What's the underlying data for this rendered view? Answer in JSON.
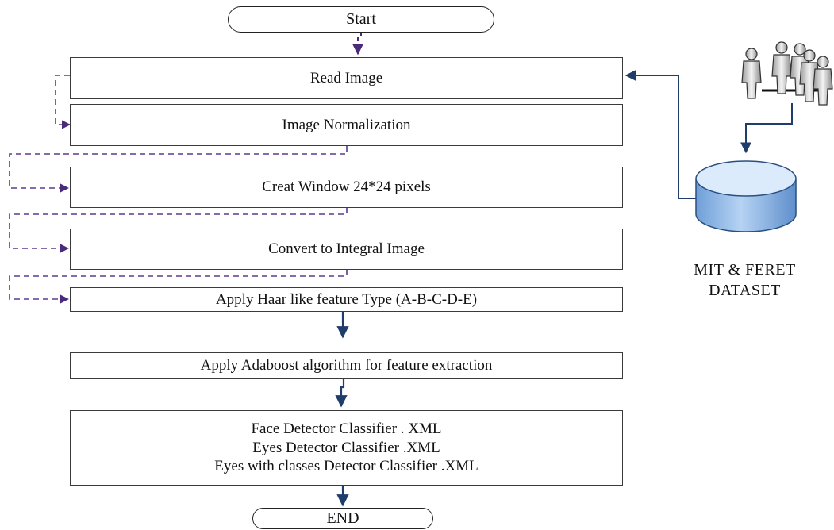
{
  "flowchart": {
    "start": "Start",
    "steps": {
      "read_image": "Read Image",
      "normalization": "Image Normalization",
      "create_window": "Creat Window 24*24 pixels",
      "integral_image": "Convert to Integral Image",
      "haar": "Apply  Haar like feature Type (A-B-C-D-E)",
      "adaboost": "Apply Adaboost algorithm for feature extraction"
    },
    "classifiers": [
      "Face Detector  Classifier . XML",
      "Eyes Detector Classifier .XML",
      "Eyes  with classes Detector Classifier .XML"
    ],
    "end": "END"
  },
  "dataset": {
    "line1": "MIT & FERET",
    "line2": "DATASET",
    "icon": "people-icon"
  },
  "colors": {
    "arrow": "#4a2a7a",
    "dashed": "#5a3a90",
    "blue_arrow": "#1f3d6b",
    "cylinder_top": "#d7e8fb",
    "cylinder_body": "#8cb8ea"
  }
}
